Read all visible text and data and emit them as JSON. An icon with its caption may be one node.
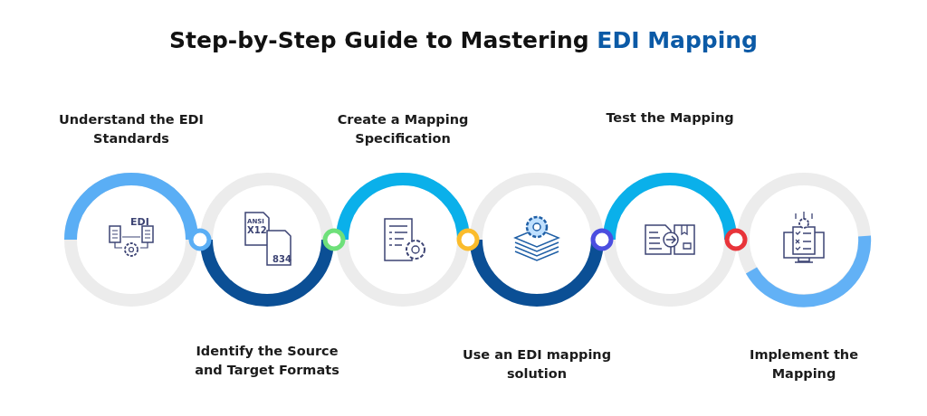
{
  "diagram": {
    "title": "Step-by-Step Guide to Mastering **EDI Mapping**",
    "nodes": [
      {
        "text": [
          "Understand the EDI Standards"
        ]
      },
      {
        "text": [
          "Identify the Source and Target Formats"
        ]
      },
      {
        "text": [
          "Create a Mapping Specification"
        ]
      },
      {
        "text": [
          "Use an EDI mapping solution"
        ]
      },
      {
        "text": [
          "Test the Mapping"
        ]
      },
      {
        "text": [
          "Implement the Mapping"
        ]
      }
    ],
    "labels": [
      "EDI",
      "ANSI",
      "X12",
      "834"
    ]
  }
}
